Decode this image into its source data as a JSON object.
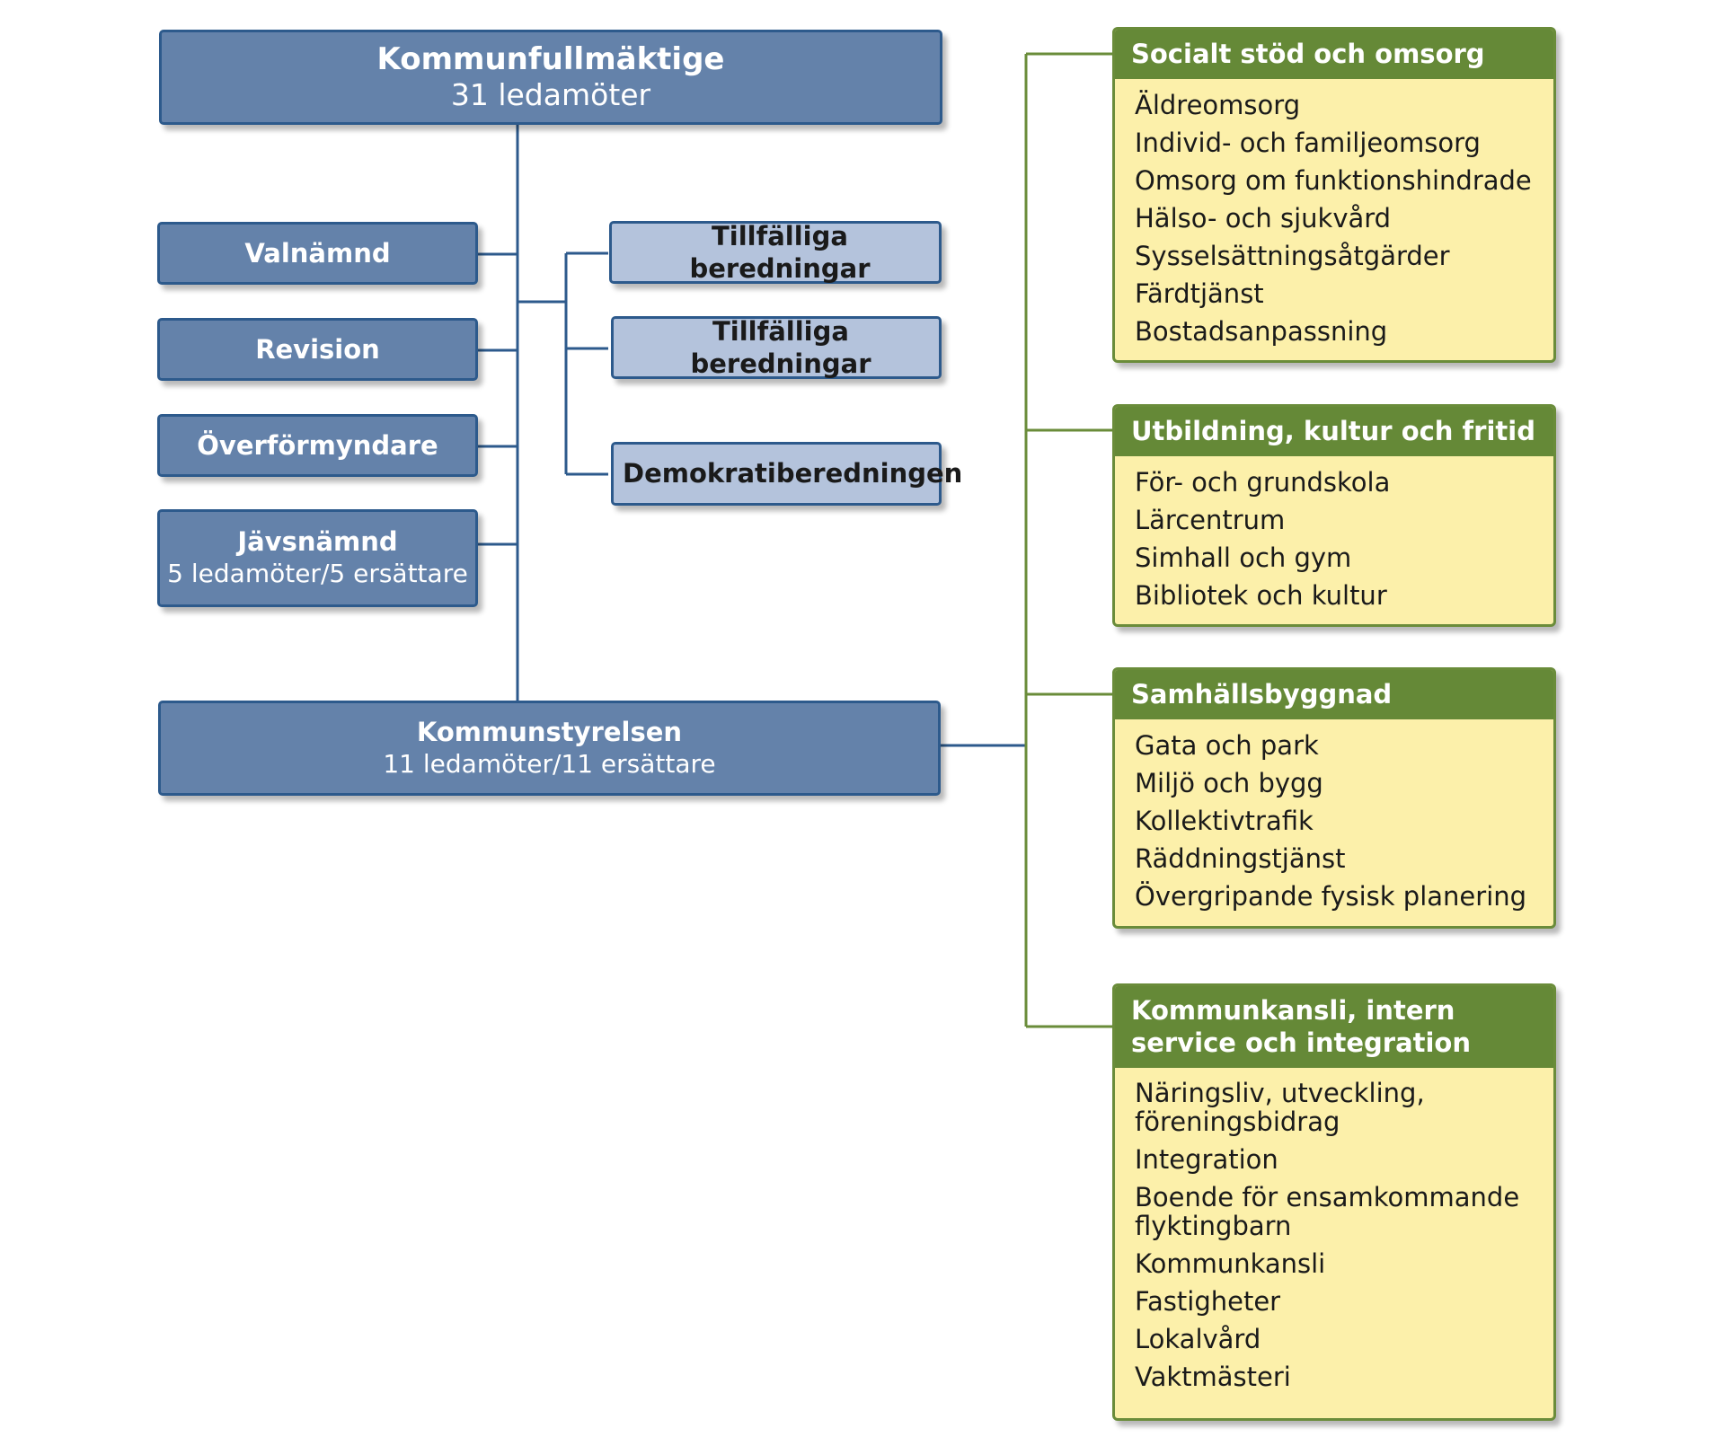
{
  "council": {
    "title": "Kommunfullmäktige",
    "subtitle": "31 ledamöter"
  },
  "left_boxes": [
    {
      "title": "Valnämnd"
    },
    {
      "title": "Revision"
    },
    {
      "title": "Överförmyndare"
    },
    {
      "title": "Jävsnämnd",
      "subtitle": "5 ledamöter/5 ersättare"
    }
  ],
  "preparations": [
    {
      "title": "Tillfälliga beredningar"
    },
    {
      "title": "Tillfälliga beredningar"
    },
    {
      "title": "Demokratiberedningen"
    }
  ],
  "board": {
    "title": "Kommunstyrelsen",
    "subtitle": "11 ledamöter/11 ersättare"
  },
  "departments": [
    {
      "title": "Socialt stöd och omsorg",
      "items": [
        "Äldreomsorg",
        "Individ- och familjeomsorg",
        "Omsorg om funktionshindrade",
        "Hälso- och sjukvård",
        "Sysselsättningsåtgärder",
        "Färdtjänst",
        "Bostadsanpassning"
      ]
    },
    {
      "title": "Utbildning, kultur och fritid",
      "items": [
        "För- och grundskola",
        "Lärcentrum",
        "Simhall och gym",
        "Bibliotek och kultur"
      ]
    },
    {
      "title": "Samhällsbyggnad",
      "items": [
        "Gata och park",
        "Miljö och bygg",
        "Kollektivtrafik",
        "Räddningstjänst",
        "Övergripande fysisk planering"
      ]
    },
    {
      "title": "Kommunkansli, intern service och integration",
      "items": [
        "Näringsliv, utveckling, föreningsbidrag",
        "Integration",
        "Boende för ensamkommande flyktingbarn",
        "Kommunkansli",
        "Fastigheter",
        "Lokalvård",
        "Vaktmästeri"
      ]
    }
  ],
  "colors": {
    "box_fill": "#6482aa",
    "box_border": "#2d5a8c",
    "box_light_fill": "#b4c3dc",
    "panel_header": "#658937",
    "panel_fill": "#fcf0aa",
    "green_line": "#6a8c3a"
  }
}
